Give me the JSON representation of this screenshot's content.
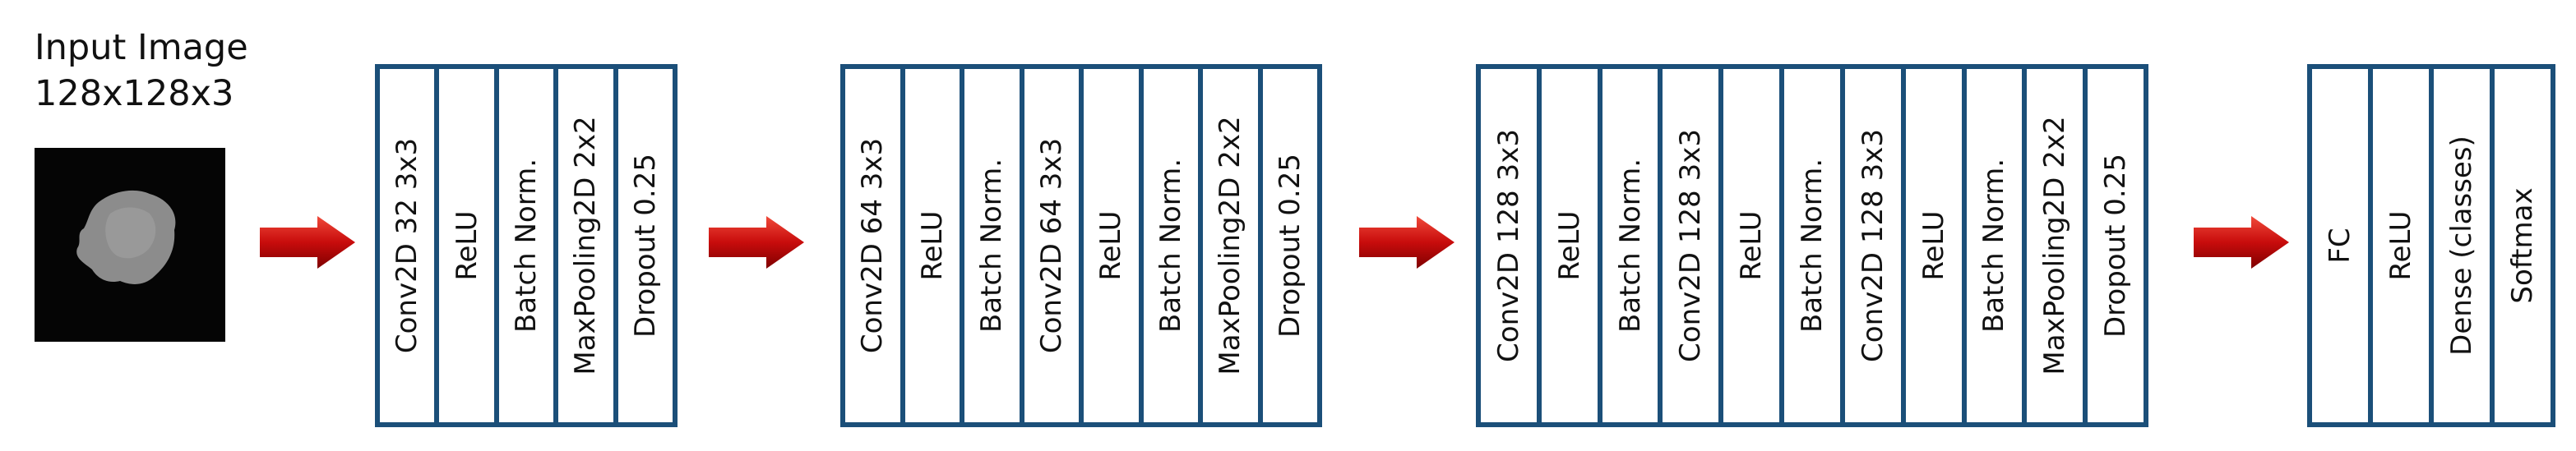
{
  "input": {
    "title": "Input Image",
    "size": "128x128x3"
  },
  "blocks": [
    {
      "layers": [
        "Conv2D 32 3x3",
        "ReLU",
        "Batch Norm.",
        "MaxPooling2D 2x2",
        "Dropout 0.25"
      ]
    },
    {
      "layers": [
        "Conv2D 64 3x3",
        "ReLU",
        "Batch Norm.",
        "Conv2D 64 3x3",
        "ReLU",
        "Batch Norm.",
        "MaxPooling2D 2x2",
        "Dropout 0.25"
      ]
    },
    {
      "layers": [
        "Conv2D 128  3x3",
        "ReLU",
        "Batch Norm.",
        "Conv2D 128  3x3",
        "ReLU",
        "Batch Norm.",
        "Conv2D 128  3x3",
        "ReLU",
        "Batch Norm.",
        "MaxPooling2D 2x2",
        "Dropout 0.25"
      ]
    },
    {
      "layers": [
        "FC",
        "ReLU",
        "Dense (classes)",
        "Softmax"
      ]
    }
  ],
  "colors": {
    "block_border": "#1b4f79",
    "arrow": "#d01010"
  }
}
